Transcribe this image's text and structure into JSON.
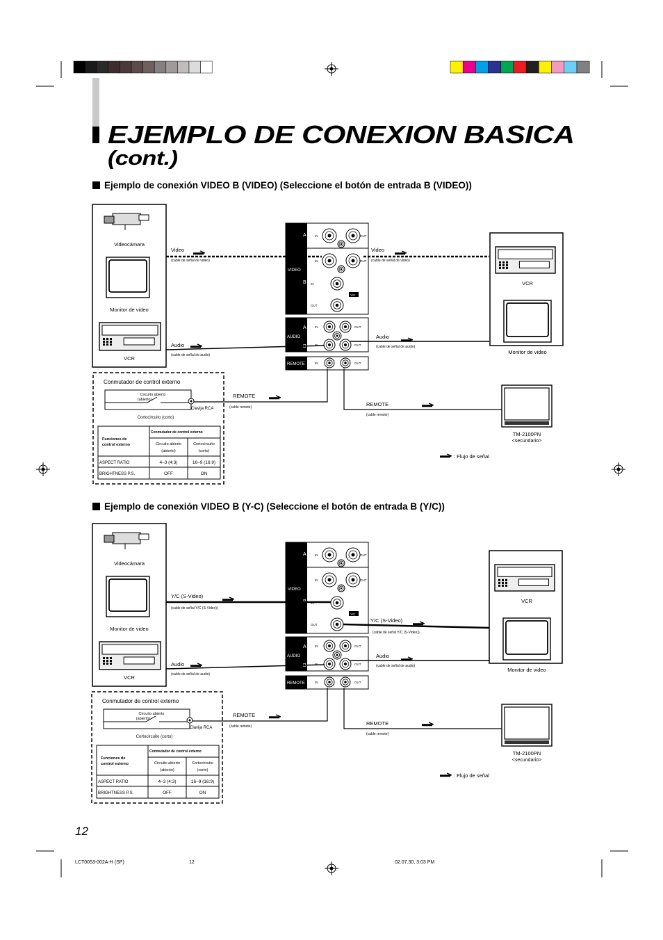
{
  "header": {
    "title": "EJEMPLO DE CONEXION BASICA",
    "subtitle": "(cont.)",
    "gray_swatches": [
      "#000000",
      "#1a1a1a",
      "#2a2a2a",
      "#3d2e2e",
      "#4a3a3a",
      "#5a4a4a",
      "#6f6060",
      "#858080",
      "#a09a9a",
      "#c0bcbc",
      "#dcdcdc",
      "#ffffff"
    ],
    "color_swatches": [
      "#fff200",
      "#ec008c",
      "#00a0e9",
      "#2e3192",
      "#00a651",
      "#ed1c24",
      "#231f20",
      "#fff200",
      "#f49ac1",
      "#6dcff6",
      "#808080"
    ]
  },
  "diagram1": {
    "heading": "Ejemplo de conexión VIDEO B (VIDEO) (Seleccione el botón de entrada B (VIDEO))",
    "devices": {
      "camera": "Videocámara",
      "monitor": "Monitor de video",
      "vcr": "VCR"
    },
    "panel": {
      "video": "VIDEO",
      "audio": "AUDIO",
      "remote": "REMOTE",
      "a": "A",
      "b": "B",
      "in": "IN",
      "out": "OUT",
      "yc": "Y/C"
    },
    "signals": {
      "video_in": "Video",
      "video_in_cable": "(cable de señal de video)",
      "audio_in": "Audio",
      "audio_in_cable": "(cable de señal de audio)",
      "video_out": "Video",
      "video_out_cable": "(cable de señal de video)",
      "audio_out": "Audio",
      "audio_out_cable": "(cable de señal de audio)",
      "remote_in": "REMOTE",
      "remote_in_cable": "(cable remote)",
      "remote_out": "REMOTE",
      "remote_out_cable": "(cable remote)"
    },
    "right_devices": {
      "vcr": "VCR",
      "monitor": "Monitor de video",
      "tm": "TM-2100PN",
      "tm_sub": "<secundario>"
    },
    "switch": {
      "title": "Conmutador de control externo",
      "open": "Circuito abierto",
      "open2": "(abierto)",
      "rca": "Clavija RCA",
      "short": "Cortocircuito (corto)"
    },
    "table": {
      "h1": "Funciones de",
      "h1b": "control externo",
      "h2": "Conmutador de control externo",
      "c1": "Circuito abierto",
      "c1b": "(abierto)",
      "c2": "Cortocircuito",
      "c2b": "(corto)",
      "rows": [
        [
          "ASPECT RATIO",
          "4–3 (4:3)",
          "16–9 (16:9)"
        ],
        [
          "BRIGHTNESS P.S.",
          "OFF",
          "ON"
        ]
      ]
    },
    "legend": ": Flujo de señal"
  },
  "diagram2": {
    "heading": "Ejemplo de conexión VIDEO B (Y-C) (Seleccione el botón de entrada B (Y/C))",
    "devices": {
      "camera": "Videocámara",
      "monitor": "Monitor de video",
      "vcr": "VCR"
    },
    "panel": {
      "video": "VIDEO",
      "audio": "AUDIO",
      "remote": "REMOTE",
      "a": "A",
      "b": "B",
      "in": "IN",
      "out": "OUT",
      "yc": "Y/C"
    },
    "signals": {
      "video_in": "Y/C (S-Video)",
      "video_in_cable": "(cable de señal Y/C (S-Video))",
      "audio_in": "Audio",
      "audio_in_cable": "(cable de señal de audio)",
      "video_out": "Y/C (S-Video)",
      "video_out_cable": "(cable de señal Y/C (S-Video))",
      "audio_out": "Audio",
      "audio_out_cable": "(cable de señal de audio)",
      "remote_in": "REMOTE",
      "remote_in_cable": "(cable remote)",
      "remote_out": "REMOTE",
      "remote_out_cable": "(cable remote)"
    },
    "right_devices": {
      "vcr": "VCR",
      "monitor": "Monitor de video",
      "tm": "TM-2100PN",
      "tm_sub": "<secundario>"
    },
    "switch": {
      "title": "Conmutador de control externo",
      "open": "Circuito abierto",
      "open2": "(abierto)",
      "rca": "Clavija RCA",
      "short": "Cortocircuito (corto)"
    },
    "table": {
      "h1": "Funciones de",
      "h1b": "control externo",
      "h2": "Conmutador de control externo",
      "c1": "Circuito abierto",
      "c1b": "(abierto)",
      "c2": "Cortocircuito",
      "c2b": "(corto)",
      "rows": [
        [
          "ASPECT RATIO",
          "4–3 (4:3)",
          "16–9 (16:9)"
        ],
        [
          "BRIGHTNESS P.S.",
          "OFF",
          "ON"
        ]
      ]
    },
    "legend": ": Flujo de señal"
  },
  "page_number": "12",
  "footer": {
    "left": "LCT0053-002A-H (SP)",
    "middle": "12",
    "right": "02.07.30, 3:03 PM"
  }
}
